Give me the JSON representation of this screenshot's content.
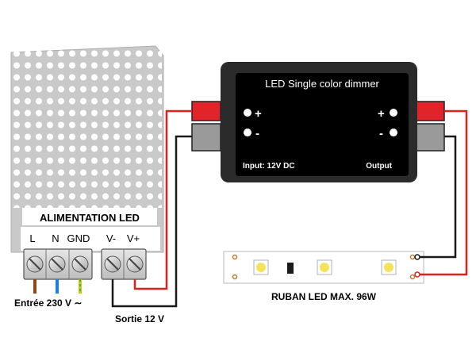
{
  "psu": {
    "title": "ALIMENTATION LED",
    "terminals": [
      "L",
      "N",
      "GND",
      "V-",
      "V+"
    ]
  },
  "dimmer": {
    "title": "LED Single color dimmer",
    "left_plus": "+",
    "left_minus": "-",
    "right_plus": "+",
    "right_minus": "-",
    "input_label": "Input: 12V DC",
    "output_label": "Output"
  },
  "labels": {
    "entree": "Entrée 230 V ∼",
    "sortie": "Sortie 12 V",
    "ruban": "RUBAN LED MAX. 96W"
  },
  "colors": {
    "wire_red": "#e0201c",
    "wire_black": "#1a1a1a",
    "wire_brown": "#8b4a1c",
    "wire_blue": "#1e7fd8",
    "wire_earth": "#c8c81a",
    "connector_red": "#e2232a",
    "dimmer_body": "#2b2b2b"
  }
}
